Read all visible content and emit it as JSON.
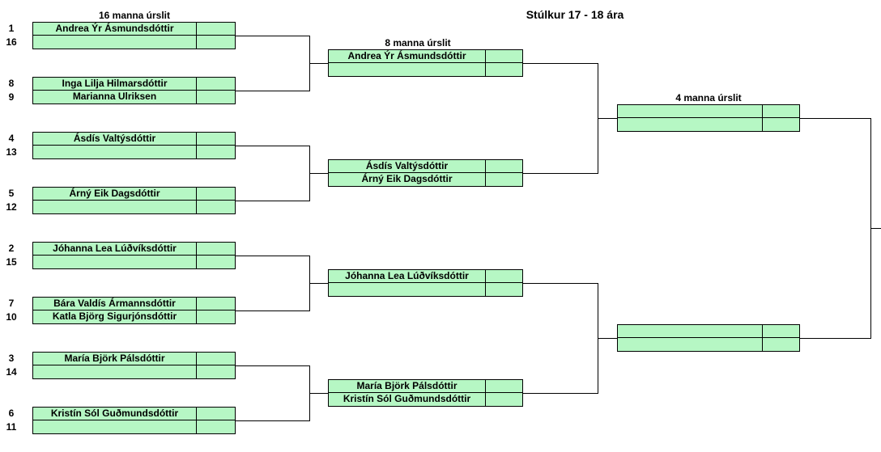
{
  "title": "Stúlkur 17 - 18 ára",
  "rounds": {
    "r16": "16 manna úrslit",
    "qf": "8 manna úrslit",
    "sf": "4 manna úrslit"
  },
  "r16": [
    {
      "seed_a": "1",
      "name_a": "Andrea Ýr Ásmundsdóttir",
      "seed_b": "16",
      "name_b": ""
    },
    {
      "seed_a": "8",
      "name_a": "Inga Lilja Hilmarsdóttir",
      "seed_b": "9",
      "name_b": "Marianna Ulriksen"
    },
    {
      "seed_a": "4",
      "name_a": "Ásdís Valtýsdóttir",
      "seed_b": "13",
      "name_b": ""
    },
    {
      "seed_a": "5",
      "name_a": "Árný Eik Dagsdóttir",
      "seed_b": "12",
      "name_b": ""
    },
    {
      "seed_a": "2",
      "name_a": "Jóhanna Lea Lúðvíksdóttir",
      "seed_b": "15",
      "name_b": ""
    },
    {
      "seed_a": "7",
      "name_a": "Bára Valdís Ármannsdóttir",
      "seed_b": "10",
      "name_b": "Katla Björg Sigurjónsdóttir"
    },
    {
      "seed_a": "3",
      "name_a": "María Björk Pálsdóttir",
      "seed_b": "14",
      "name_b": ""
    },
    {
      "seed_a": "6",
      "name_a": "Kristín Sól Guðmundsdóttir",
      "seed_b": "11",
      "name_b": ""
    }
  ],
  "qf": [
    {
      "name_a": "Andrea Ýr Ásmundsdóttir",
      "name_b": ""
    },
    {
      "name_a": "Ásdís Valtýsdóttir",
      "name_b": "Árný Eik Dagsdóttir"
    },
    {
      "name_a": "Jóhanna Lea Lúðvíksdóttir",
      "name_b": ""
    },
    {
      "name_a": "María Björk Pálsdóttir",
      "name_b": "Kristín Sól Guðmundsdóttir"
    }
  ],
  "sf": [
    {
      "name_a": "",
      "name_b": ""
    },
    {
      "name_a": "",
      "name_b": ""
    }
  ]
}
